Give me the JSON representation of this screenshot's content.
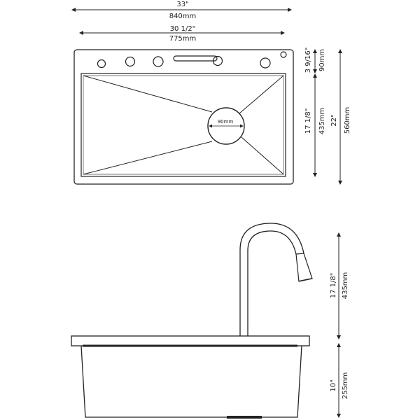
{
  "top_view": {
    "overall_width_in": "33\"",
    "overall_width_mm": "840mm",
    "basin_width_in": "30 1/2\"",
    "basin_width_mm": "775mm",
    "deck_depth_in": "3 9/16\"",
    "deck_depth_mm": "90mm",
    "basin_depth_in": "17 1/8\"",
    "basin_depth_mm": "435mm",
    "overall_depth_in": "22\"",
    "overall_depth_mm": "560mm",
    "drain_diameter": "90mm"
  },
  "side_view": {
    "faucet_height_in": "17 1/8\"",
    "faucet_height_mm": "435mm",
    "bowl_depth_in": "10\"",
    "bowl_depth_mm": "255mm"
  },
  "colors": {
    "line": "#222222",
    "background": "#ffffff"
  }
}
